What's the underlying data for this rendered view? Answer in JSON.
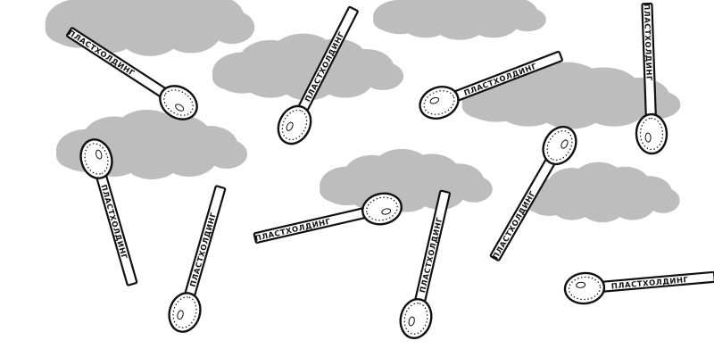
{
  "colors": {
    "background": "#ffffff",
    "cloud": "#bdbdbd",
    "ink": "#111111"
  },
  "spoons": [
    {
      "label": "ПЛАСТХОЛДИНГ"
    },
    {
      "label": "ПЛАСТХОЛДИНГ"
    },
    {
      "label": "ПЛАСТХОЛДИНГ"
    },
    {
      "label": "ПЛАСТХОЛДИНГ"
    },
    {
      "label": "ПЛАСТХОЛДИНГ"
    },
    {
      "label": "ПЛАСТХОЛДИНГ"
    },
    {
      "label": "ПЛАСТХОЛДИНГ"
    },
    {
      "label": "ПЛАСТХОЛДИНГ"
    },
    {
      "label": "ПЛАСТХОЛДИНГ"
    },
    {
      "label": "ПЛАСТХОЛДИНГ"
    },
    {
      "label": "ПЛАСТХОЛДИНГ"
    }
  ]
}
